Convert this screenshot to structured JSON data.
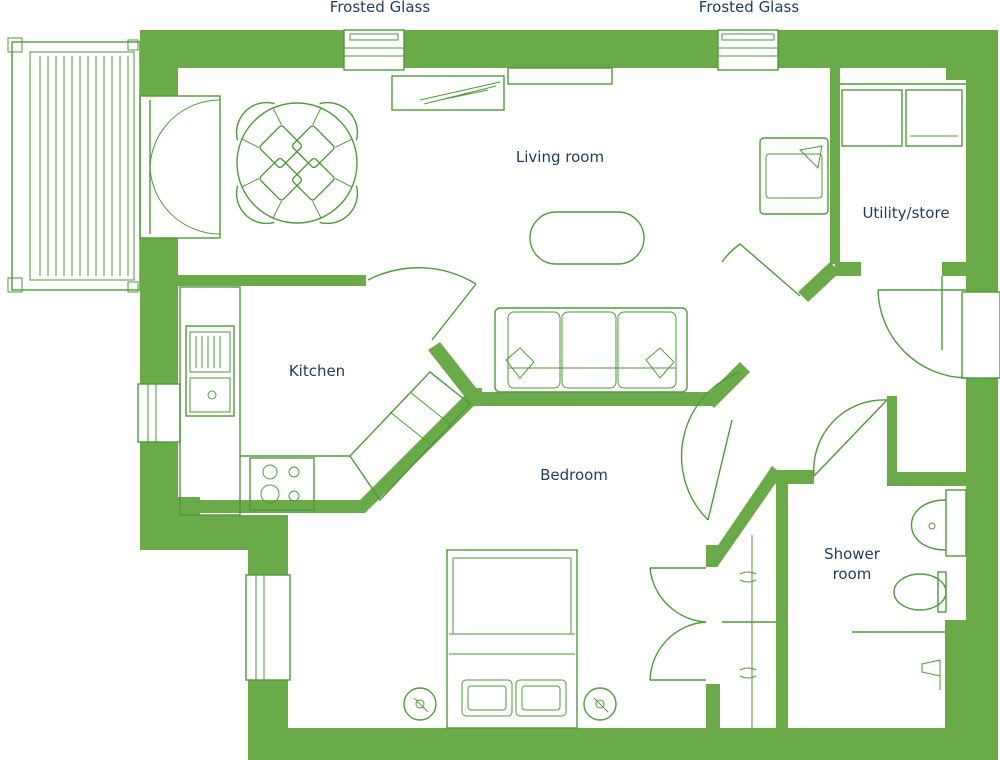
{
  "colors": {
    "wall": "#6aaa48",
    "line": "#4f9a3a",
    "label": "#1f3d5c"
  },
  "window_labels": {
    "left": "Frosted Glass",
    "right": "Frosted Glass"
  },
  "rooms": {
    "living": "Living room",
    "kitchen": "Kitchen",
    "bedroom": "Bedroom",
    "utility": "Utility/store",
    "shower_line1": "Shower",
    "shower_line2": "room"
  }
}
